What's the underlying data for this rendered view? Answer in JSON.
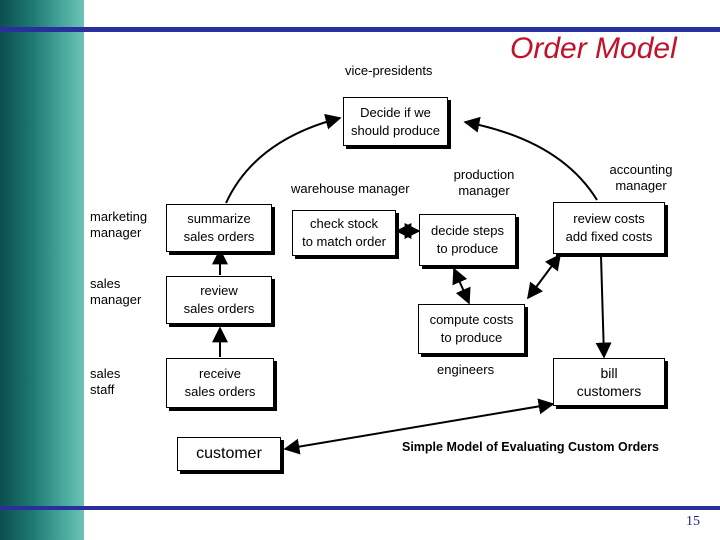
{
  "title": "Order Model",
  "caption": "Simple Model of Evaluating Custom Orders",
  "page_number": "15",
  "colors": {
    "title": "#c0122a",
    "rule": "#2a2f9e",
    "sidebar": "#1f7a73"
  },
  "roles": {
    "vice_presidents": "vice-presidents",
    "warehouse_manager": "warehouse manager",
    "production_manager": [
      "production",
      "manager"
    ],
    "accounting_manager": [
      "accounting",
      "manager"
    ],
    "marketing_manager": [
      "marketing",
      "manager"
    ],
    "sales_manager": [
      "sales",
      "manager"
    ],
    "sales_staff": [
      "sales",
      "staff"
    ],
    "engineers": "engineers"
  },
  "boxes": {
    "decide": [
      "Decide if we",
      "should produce"
    ],
    "summarize": [
      "summarize",
      "sales orders"
    ],
    "check_stock": [
      "check stock",
      "to match order"
    ],
    "decide_steps": [
      "decide steps",
      "to produce"
    ],
    "review_costs": [
      "review costs",
      "add fixed costs"
    ],
    "review_orders": [
      "review",
      "sales orders"
    ],
    "compute_costs": [
      "compute costs",
      "to produce"
    ],
    "receive_orders": [
      "receive",
      "sales orders"
    ],
    "bill": [
      "bill",
      "customers"
    ],
    "customer": "customer"
  }
}
